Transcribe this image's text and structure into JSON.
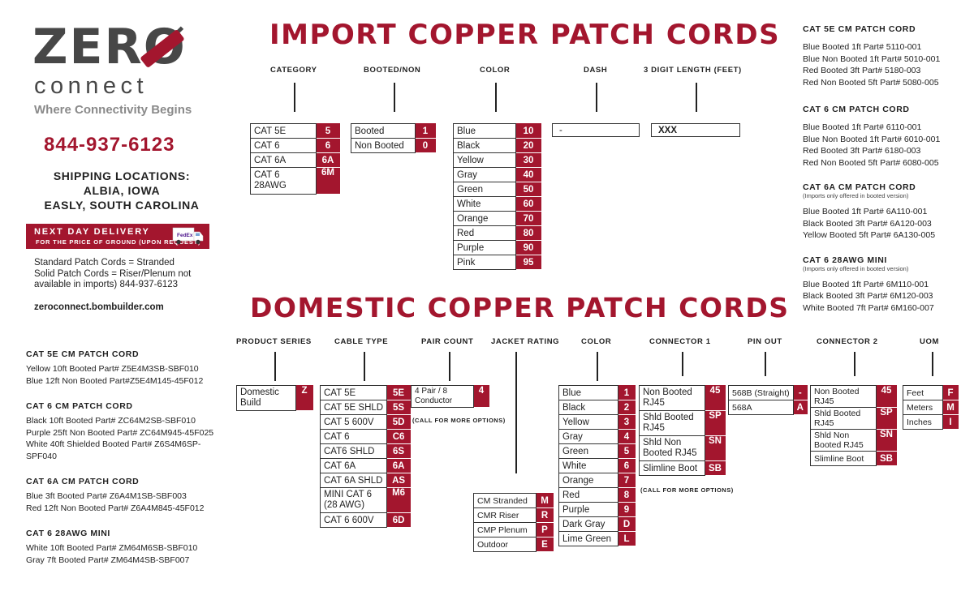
{
  "logo": {
    "zero_prefix": "ZER",
    "zero_o": "Ø",
    "connect": "connect",
    "tagline": "Where Connectivity Begins"
  },
  "contact": {
    "phone": "844-937-6123",
    "ship_title": "SHIPPING LOCATIONS:",
    "ship_1": "ALBIA, IOWA",
    "ship_2": "EASLY, SOUTH CAROLINA"
  },
  "banner": {
    "line1": "NEXT DAY DELIVERY",
    "line2": "FOR THE PRICE OF GROUND (UPON REQUEST)",
    "truck_brand": "FedEx"
  },
  "notes": {
    "line1": "Standard Patch Cords = Stranded",
    "line2": "Solid Patch Cords = Riser/Plenum not",
    "line3": "available in imports) 844-937-6123",
    "website": "zeroconnect.bombuilder.com"
  },
  "import": {
    "title": "IMPORT COPPER PATCH CORDS",
    "labels": {
      "category": "CATEGORY",
      "booted": "BOOTED/NON",
      "color": "COLOR",
      "dash": "DASH",
      "length": "3 DIGIT LENGTH (FEET)"
    },
    "category": [
      {
        "label": "CAT 5E",
        "code": "5"
      },
      {
        "label": "CAT 6",
        "code": "6"
      },
      {
        "label": "CAT 6A",
        "code": "6A"
      },
      {
        "label": "CAT 6 28AWG",
        "code": "6M"
      }
    ],
    "booted": [
      {
        "label": "Booted",
        "code": "1"
      },
      {
        "label": "Non Booted",
        "code": "0"
      }
    ],
    "color": [
      {
        "label": "Blue",
        "code": "10"
      },
      {
        "label": "Black",
        "code": "20"
      },
      {
        "label": "Yellow",
        "code": "30"
      },
      {
        "label": "Gray",
        "code": "40"
      },
      {
        "label": "Green",
        "code": "50"
      },
      {
        "label": "White",
        "code": "60"
      },
      {
        "label": "Orange",
        "code": "70"
      },
      {
        "label": "Red",
        "code": "80"
      },
      {
        "label": "Purple",
        "code": "90"
      },
      {
        "label": "Pink",
        "code": "95"
      }
    ],
    "dash_value": "-",
    "length_value": "XXX"
  },
  "domestic": {
    "title": "DOMESTIC COPPER PATCH CORDS",
    "labels": {
      "series": "PRODUCT SERIES",
      "cable": "CABLE TYPE",
      "pair": "PAIR COUNT",
      "jacket": "JACKET RATING",
      "color": "COLOR",
      "conn1": "CONNECTOR 1",
      "pinout": "PIN OUT",
      "conn2": "CONNECTOR 2",
      "uom": "UOM"
    },
    "series": [
      {
        "label": "Domestic Build",
        "code": "Z"
      }
    ],
    "cable": [
      {
        "label": "CAT 5E",
        "code": "5E"
      },
      {
        "label": "CAT 5E SHLD",
        "code": "5S"
      },
      {
        "label": "CAT 5 600V",
        "code": "5D"
      },
      {
        "label": "CAT 6",
        "code": "C6"
      },
      {
        "label": "CAT6 SHLD",
        "code": "6S"
      },
      {
        "label": "CAT 6A",
        "code": "6A"
      },
      {
        "label": "CAT 6A SHLD",
        "code": "AS"
      },
      {
        "label": "MINI CAT 6 (28 AWG)",
        "code": "M6"
      },
      {
        "label": "CAT 6 600V",
        "code": "6D"
      }
    ],
    "pair": [
      {
        "label": "4 Pair / 8 Conductor",
        "code": "4"
      }
    ],
    "pair_note": "(CALL FOR MORE OPTIONS)",
    "jacket": [
      {
        "label": "CM Stranded",
        "code": "M"
      },
      {
        "label": "CMR Riser",
        "code": "R"
      },
      {
        "label": "CMP Plenum",
        "code": "P"
      },
      {
        "label": "Outdoor",
        "code": "E"
      }
    ],
    "color": [
      {
        "label": "Blue",
        "code": "1"
      },
      {
        "label": "Black",
        "code": "2"
      },
      {
        "label": "Yellow",
        "code": "3"
      },
      {
        "label": "Gray",
        "code": "4"
      },
      {
        "label": "Green",
        "code": "5"
      },
      {
        "label": "White",
        "code": "6"
      },
      {
        "label": "Orange",
        "code": "7"
      },
      {
        "label": "Red",
        "code": "8"
      },
      {
        "label": "Purple",
        "code": "9"
      },
      {
        "label": "Dark Gray",
        "code": "D"
      },
      {
        "label": "Lime Green",
        "code": "L"
      }
    ],
    "conn1": [
      {
        "label": "Non Booted RJ45",
        "code": "45"
      },
      {
        "label": "Shld Booted RJ45",
        "code": "SP"
      },
      {
        "label": "Shld Non Booted RJ45",
        "code": "SN"
      },
      {
        "label": "Slimline Boot",
        "code": "SB"
      }
    ],
    "conn1_note": "(CALL FOR MORE OPTIONS)",
    "pinout": [
      {
        "label": "568B (Straight)",
        "code": "-"
      },
      {
        "label": "568A",
        "code": "A"
      }
    ],
    "conn2": [
      {
        "label": "Non Booted RJ45",
        "code": "45"
      },
      {
        "label": "Shld Booted RJ45",
        "code": "SP"
      },
      {
        "label": "Shld Non Booted RJ45",
        "code": "SN"
      },
      {
        "label": "Slimline Boot",
        "code": "SB"
      }
    ],
    "uom": [
      {
        "label": "Feet",
        "code": "F"
      },
      {
        "label": "Meters",
        "code": "M"
      },
      {
        "label": "Inches",
        "code": "I"
      }
    ]
  },
  "right_examples": [
    {
      "title": "CAT 5E CM PATCH CORD",
      "sub": "",
      "lines": [
        "Blue Booted 1ft Part# 5110-001",
        "Blue Non Booted 1ft Part# 5010-001",
        "Red Booted 3ft Part# 5180-003",
        "Red Non Booted 5ft Part# 5080-005"
      ]
    },
    {
      "title": "CAT 6 CM PATCH CORD",
      "sub": "",
      "lines": [
        "Blue Booted 1ft Part# 6110-001",
        "Blue Non Booted 1ft Part# 6010-001",
        "Red Booted 3ft Part# 6180-003",
        "Red Non Booted 5ft Part# 6080-005"
      ]
    },
    {
      "title": "CAT 6A CM PATCH CORD",
      "sub": "(Imports only offered in booted version)",
      "lines": [
        "Blue Booted 1ft Part# 6A110-001",
        "Black Booted 3ft Part# 6A120-003",
        "Yellow Booted 5ft Part# 6A130-005"
      ]
    },
    {
      "title": "CAT 6 28AWG MINI",
      "sub": "(Imports only offered in booted version)",
      "lines": [
        "Blue Booted 1ft Part# 6M110-001",
        "Black Booted 3ft Part# 6M120-003",
        "White Booted 7ft Part# 6M160-007"
      ]
    }
  ],
  "left_examples": [
    {
      "title": "CAT 5E CM PATCH CORD",
      "lines": [
        "Yellow 10ft Booted Part# Z5E4M3SB-SBF010",
        "Blue 12ft Non Booted Part#Z5E4M145-45F012"
      ]
    },
    {
      "title": "CAT 6 CM PATCH CORD",
      "lines": [
        "Black 10ft Booted Part# ZC64M2SB-SBF010",
        "Purple 25ft Non Booted Part# ZC64M945-45F025",
        "White 40ft Shielded Booted Part# Z6S4M6SP-SPF040"
      ]
    },
    {
      "title": "CAT 6A CM PATCH CORD",
      "lines": [
        "Blue 3ft Booted Part# Z6A4M1SB-SBF003",
        "Red 12ft Non Booted Part# Z6A4M845-45F012"
      ]
    },
    {
      "title": "CAT 6 28AWG MINI",
      "lines": [
        "White 10ft Booted Part# ZM64M6SB-SBF010",
        "Gray 7ft Booted Part# ZM64M4SB-SBF007"
      ]
    }
  ],
  "colors": {
    "brand_red": "#a3162e",
    "logo_gray": "#474747"
  }
}
